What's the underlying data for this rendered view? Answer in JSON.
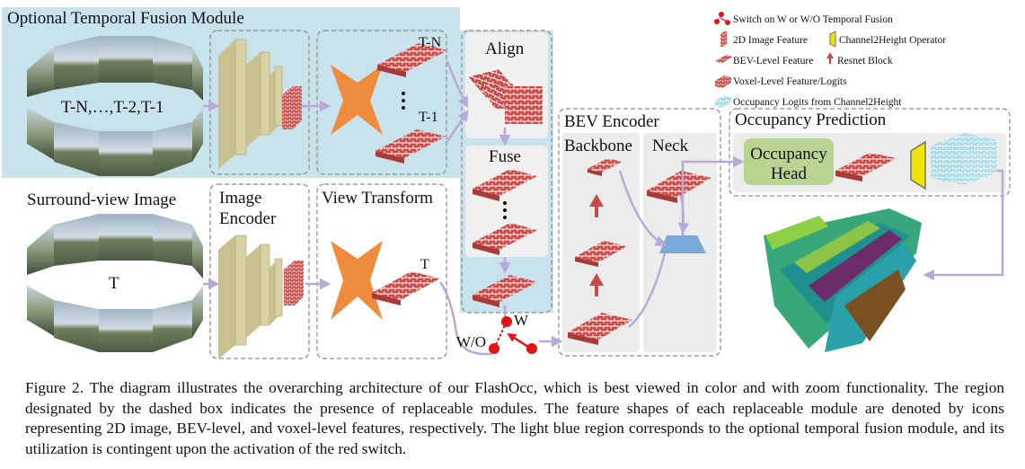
{
  "labels": {
    "temporal_module": "Optional Temporal Fusion Module",
    "temporal_frames": "T-N,…,T-2,T-1",
    "surround_view": "Surround-view Image",
    "current_frame": "T",
    "image_encoder": "Image Encoder",
    "image_encoder_line1": "Image",
    "image_encoder_line2": "Encoder",
    "view_transform": "View Transform",
    "t_n": "T-N",
    "t_1": "T-1",
    "t": "T",
    "align": "Align",
    "fuse": "Fuse",
    "bev_encoder": "BEV Encoder",
    "backbone": "Backbone",
    "neck": "Neck",
    "occupancy_prediction": "Occupancy Prediction",
    "occupancy_head_line1": "Occupancy",
    "occupancy_head_line2": "Head",
    "switch_w": "W",
    "switch_wo": "W/O"
  },
  "legend": [
    {
      "icon": "switch-icon",
      "label": "Switch on W or W/O Temporal Fusion"
    },
    {
      "icon": "2d-feature-icon",
      "label": "2D Image Feature"
    },
    {
      "icon": "channel2height-icon",
      "label": "Channel2Height Operator"
    },
    {
      "icon": "bev-feature-icon",
      "label": "BEV-Level Feature"
    },
    {
      "icon": "resnet-arrow-icon",
      "label": "Resnet Block"
    },
    {
      "icon": "voxel-feature-icon",
      "label": "Voxel-Level Feature/Logits"
    },
    {
      "icon": "occupancy-logits-icon",
      "label": "Occupancy Logits from Channel2Height"
    }
  ],
  "colors": {
    "temporal_region": "#c9e3ec",
    "encoder": "#d8d1a4",
    "view_transform": "#ef8b3c",
    "feature": "#c94a46",
    "arrow": "#b8a9d6",
    "switch": "#e01515",
    "occ_head": "#b7d590",
    "c2h": "#f0e400",
    "voxel_logits": "#a9dbe9"
  },
  "caption": "Figure 2. The diagram illustrates the overarching architecture of our FlashOcc, which is best viewed in color and with zoom functionality. The region designated by the dashed box indicates the presence of replaceable modules. The feature shapes of each replaceable module are denoted by icons representing 2D image, BEV-level, and voxel-level features, respectively. The light blue region corresponds to the optional temporal fusion module, and its utilization is contingent upon the activation of the red switch."
}
